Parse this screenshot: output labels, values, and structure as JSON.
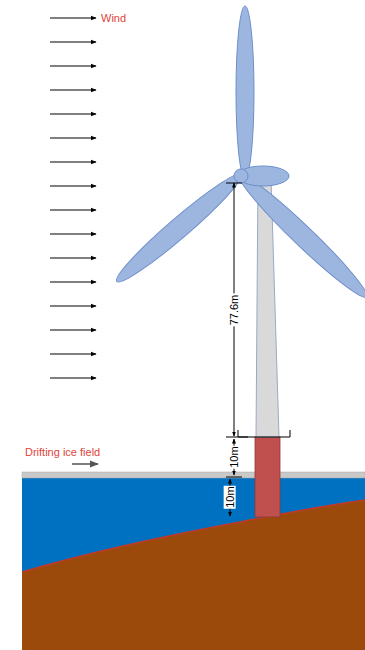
{
  "diagram": {
    "labels": [
      "Wind",
      "77.6m",
      "10m",
      "Drifting ice field",
      "10m"
    ]
  }
}
